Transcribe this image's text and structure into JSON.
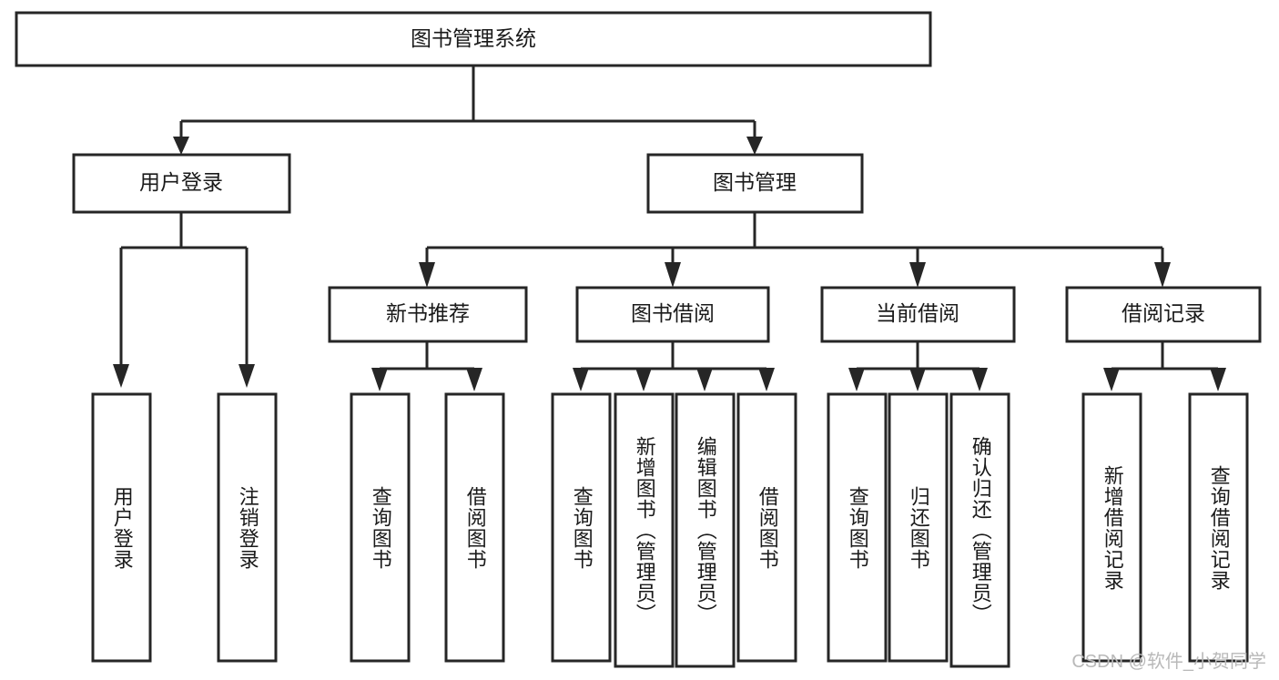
{
  "diagram": {
    "title": "图书管理系统",
    "type": "tree-hierarchy",
    "watermark": "CSDN @软件_小贺同学",
    "colors": {
      "stroke": "#262626",
      "fill": "#ffffff",
      "text": "#1a1a1a",
      "watermark": "#b9b9b9"
    },
    "levels": {
      "root": {
        "label": "图书管理系统"
      },
      "level2": [
        {
          "id": "user-login",
          "label": "用户登录"
        },
        {
          "id": "book-management",
          "label": "图书管理"
        }
      ],
      "level3": [
        {
          "id": "new-book-recommend",
          "label": "新书推荐",
          "parent": "book-management"
        },
        {
          "id": "book-borrow",
          "label": "图书借阅",
          "parent": "book-management"
        },
        {
          "id": "current-borrow",
          "label": "当前借阅",
          "parent": "book-management"
        },
        {
          "id": "borrow-record",
          "label": "借阅记录",
          "parent": "book-management"
        }
      ],
      "leaves": [
        {
          "id": "leaf-user-login",
          "label": "用户登录",
          "parent": "user-login"
        },
        {
          "id": "leaf-user-logout",
          "label": "注销登录",
          "parent": "user-login"
        },
        {
          "id": "leaf-query-book-1",
          "label": "查询图书",
          "parent": "new-book-recommend"
        },
        {
          "id": "leaf-borrow-book-1",
          "label": "借阅图书",
          "parent": "new-book-recommend"
        },
        {
          "id": "leaf-query-book-2",
          "label": "查询图书",
          "parent": "book-borrow"
        },
        {
          "id": "leaf-add-book",
          "label": "新增图书（管理员）",
          "parent": "book-borrow"
        },
        {
          "id": "leaf-edit-book",
          "label": "编辑图书（管理员）",
          "parent": "book-borrow"
        },
        {
          "id": "leaf-borrow-book-2",
          "label": "借阅图书",
          "parent": "book-borrow"
        },
        {
          "id": "leaf-query-book-3",
          "label": "查询图书",
          "parent": "current-borrow"
        },
        {
          "id": "leaf-return-book",
          "label": "归还图书",
          "parent": "current-borrow"
        },
        {
          "id": "leaf-confirm-return",
          "label": "确认归还（管理员）",
          "parent": "current-borrow"
        },
        {
          "id": "leaf-add-record",
          "label": "新增借阅记录",
          "parent": "borrow-record"
        },
        {
          "id": "leaf-query-record",
          "label": "查询借阅记录",
          "parent": "borrow-record"
        }
      ]
    }
  }
}
